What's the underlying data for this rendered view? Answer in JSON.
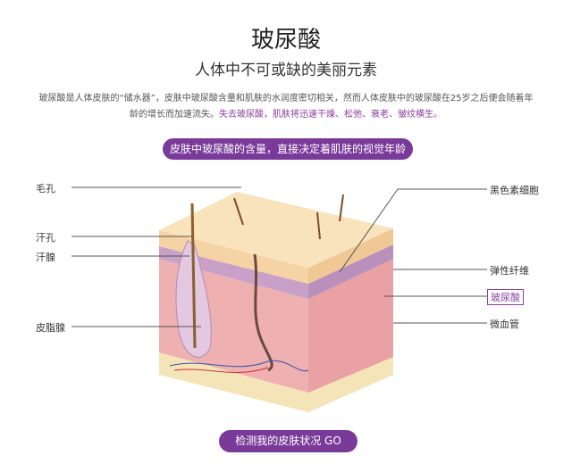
{
  "title": "玻尿酸",
  "subtitle": "人体中不可或缺的美丽元素",
  "paragraph": {
    "line1": "玻尿酸是人体皮肤的“储水器”，皮肤中玻尿酸含量和肌肤的水润度密切相关，然而人体皮肤中的玻尿酸在25岁之后便会随着年",
    "line2_normal": "龄的增长而加速流失。",
    "line2_highlight": "失去玻尿酸，肌肤将迅速干燥、松弛、衰老、皱纹横生。"
  },
  "banner": "皮肤中玻尿酸的含量，直接决定着肌肤的视觉年龄",
  "labels_left": [
    "毛孔",
    "汗孔",
    "汗腺",
    "皮脂腺"
  ],
  "labels_right": [
    "黑色素细胞",
    "弹性纤维",
    "玻尿酸",
    "微血管"
  ],
  "cta_button": "检测我的皮肤状况 GO",
  "colors": {
    "accent": "#7a3a9a"
  }
}
